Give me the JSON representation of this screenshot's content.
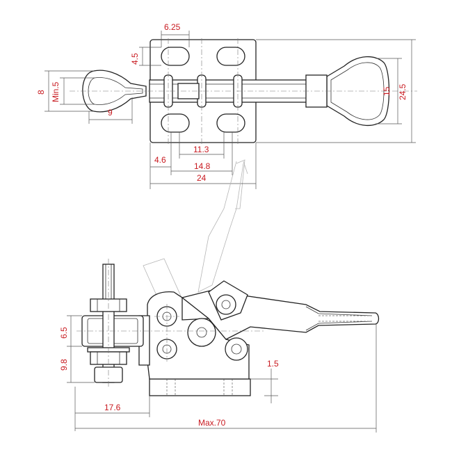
{
  "top_view": {
    "hole_width": "6.25",
    "hole_height": "4.5",
    "spindle_height": "8",
    "spindle_slot": "Min.5",
    "spindle_length": "9",
    "handle_height": "15",
    "overall_height": "24.5",
    "hole_pitch_inner": "11.3",
    "hole_offset": "4.6",
    "hole_pitch_outer": "14.8",
    "base_width": "24"
  },
  "side_view": {
    "upper_height": "6.5",
    "lower_height": "9.8",
    "thickness": "1.5",
    "spindle_reach": "17.6",
    "overall_length": "Max.70"
  }
}
